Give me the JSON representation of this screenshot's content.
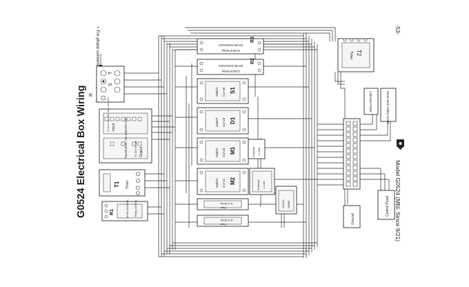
{
  "page_number": "-53-",
  "title": "G0524 Electrical Box Wiring",
  "footer": "Model G0524 (Mfd. Since 9/21)",
  "phase_note": "+ For phase converter wild wire (if used)",
  "power_terminals": {
    "r": "R",
    "s": "S",
    "t": "T"
  },
  "transformer": {
    "label": "Transformer / 0V-440V/0V-24V",
    "input_label": "Input",
    "output_label": "Output",
    "input_taps": "0V 220V 240V 380V 400V 415V 440V",
    "output_taps": "0V 24V 0V 12V"
  },
  "relay_r3": {
    "id": "R3",
    "label": "Control Relay",
    "part": "MY4N-GS/24VDC"
  },
  "relay_r2": {
    "id": "R2",
    "label": "Control Relay",
    "part": "MY4N-GS/24VDC"
  },
  "relay_r1": {
    "id": "R1",
    "label": "Relay (24VDC)",
    "part": "MY4N-GS/24VAC"
  },
  "timer_t2": {
    "id": "T2",
    "label": "Timer"
  },
  "timer_t1": {
    "id": "T1",
    "label": "Timer"
  },
  "contactor_s1": {
    "id": "S1",
    "label": "Switch",
    "model": "CU-18"
  },
  "contactor_d1": {
    "id": "D1",
    "label": "Switch",
    "model": "CU-18"
  },
  "contactor_m1": {
    "id": "M1",
    "label": "Switch",
    "model": "CU-18"
  },
  "contactor_m2": {
    "id": "M2",
    "label": "Switch",
    "model": "CU-11"
  },
  "overload_m1": {
    "label": "Overload",
    "range": "17-25A"
  },
  "overload_m2": {
    "label": "Overload",
    "range": "1-1.6A"
  },
  "fuse_1": {
    "label": "Fuse",
    "rating": "10 A 38-6A"
  },
  "fuse_2": {
    "label": "Fuse",
    "rating": "10 A 38-6A"
  },
  "rectifier": {
    "label": "24VDC",
    "part": "S8MR"
  },
  "ground": {
    "label": "Ground"
  },
  "control_panel": {
    "label": "Control Panel"
  },
  "lubricant_panel": {
    "label": "Lubricant Panel"
  },
  "headstock_switch": {
    "label": "Head Stock Safety Switch"
  },
  "colors": {
    "line": "#2b2b2b",
    "background": "#ffffff"
  }
}
